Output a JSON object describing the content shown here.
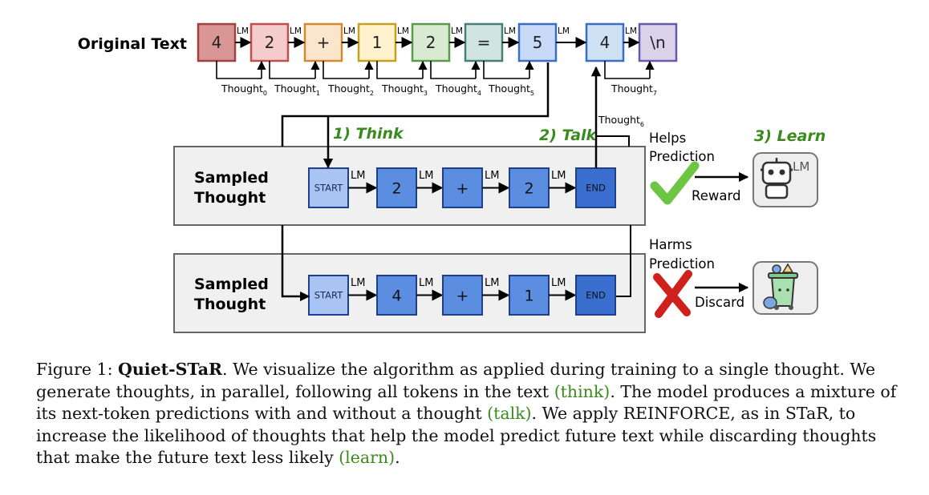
{
  "figure": {
    "row_label": "Original Text",
    "tokens": [
      {
        "text": "4",
        "fill": "#d99694",
        "stroke": "#a04040"
      },
      {
        "text": "2",
        "fill": "#f4cccc",
        "stroke": "#c05050"
      },
      {
        "text": "+",
        "fill": "#fce5cd",
        "stroke": "#d08a30"
      },
      {
        "text": "1",
        "fill": "#fff2cc",
        "stroke": "#c4a020"
      },
      {
        "text": "2",
        "fill": "#d9ead3",
        "stroke": "#5a9a4a"
      },
      {
        "text": "=",
        "fill": "#d0e4e0",
        "stroke": "#4a7f78"
      },
      {
        "text": "5",
        "fill": "#c9daf8",
        "stroke": "#3c6dc4"
      },
      {
        "text": "4",
        "fill": "#cfe2f3",
        "stroke": "#3c6dc4"
      },
      {
        "text": "\\n",
        "fill": "#d9d2e9",
        "stroke": "#6a58a8"
      }
    ],
    "lm_label": "LM",
    "thought_word": "Thought",
    "thought_subscripts": [
      "0",
      "1",
      "2",
      "3",
      "4",
      "5",
      "7"
    ],
    "thought6_subscript": "6",
    "step_think": "1) Think",
    "step_talk": "2) Talk",
    "step_learn": "3) Learn",
    "sampled_label_line1": "Sampled",
    "sampled_label_line2": "Thought",
    "thought_rows": [
      [
        "START",
        "2",
        "+",
        "2",
        "END"
      ],
      [
        "START",
        "4",
        "+",
        "1",
        "END"
      ]
    ],
    "helps_line1": "Helps",
    "helps_line2": "Prediction",
    "harms_line1": "Harms",
    "harms_line2": "Prediction",
    "reward": "Reward",
    "discard": "Discard",
    "lm_badge": "LM",
    "colors": {
      "green": "#3a8a1e",
      "check": "#6cc644",
      "cross": "#d0201c",
      "panel": "#f0f0f0"
    }
  },
  "caption": {
    "prefix": "Figure 1: ",
    "title": "Quiet-STaR",
    "part1": ". We visualize the algorithm as applied during training to a single thought. We generate thoughts, in parallel, following all tokens in the text ",
    "think": "(think)",
    "part2": ". The model produces a mixture of its next-token predictions with and without a thought ",
    "talk": "(talk)",
    "part3": ". We apply REINFORCE, as in STaR, to increase the likelihood of thoughts that help the model predict future text while discarding thoughts that make the future text less likely ",
    "learn": "(learn)",
    "part4": "."
  }
}
